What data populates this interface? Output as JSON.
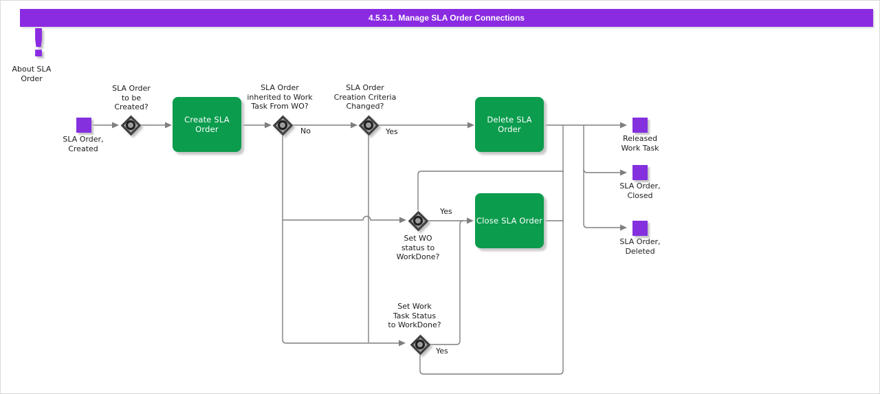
{
  "title": "4.5.3.1. Manage SLA Order Connections",
  "colors": {
    "title_bar": "#8A2BE2",
    "state": "#8430DF",
    "activity": "#0B9C4D",
    "line": "#7f7f7f",
    "diamond_fill": "#9c9c9c",
    "diamond_border": "#3f3f3f",
    "text": "#1a1a1a"
  },
  "about": {
    "icon": "exclamation-icon",
    "label": "About SLA\nOrder"
  },
  "start": {
    "label": "SLA Order,\nCreated"
  },
  "decisions": {
    "d1": {
      "question": "SLA Order\nto be\nCreated?"
    },
    "d2": {
      "question": "SLA Order\ninherited to Work\nTask From WO?",
      "answer": "No"
    },
    "d3": {
      "question": "SLA Order\nCreation Criteria\nChanged?",
      "answer": "Yes"
    },
    "d4": {
      "question": "Set WO\nstatus to\nWorkDone?",
      "answer": "Yes"
    },
    "d5": {
      "question": "Set Work\nTask Status\nto WorkDone?",
      "answer": "Yes"
    }
  },
  "activities": {
    "create": {
      "label": "Create SLA\nOrder"
    },
    "delete": {
      "label": "Delete SLA\nOrder"
    },
    "close": {
      "label": "Close SLA Order"
    }
  },
  "end_states": {
    "released": {
      "label": "Released\nWork Task"
    },
    "closed": {
      "label": "SLA Order,\nClosed"
    },
    "deleted": {
      "label": "SLA Order,\nDeleted"
    }
  }
}
